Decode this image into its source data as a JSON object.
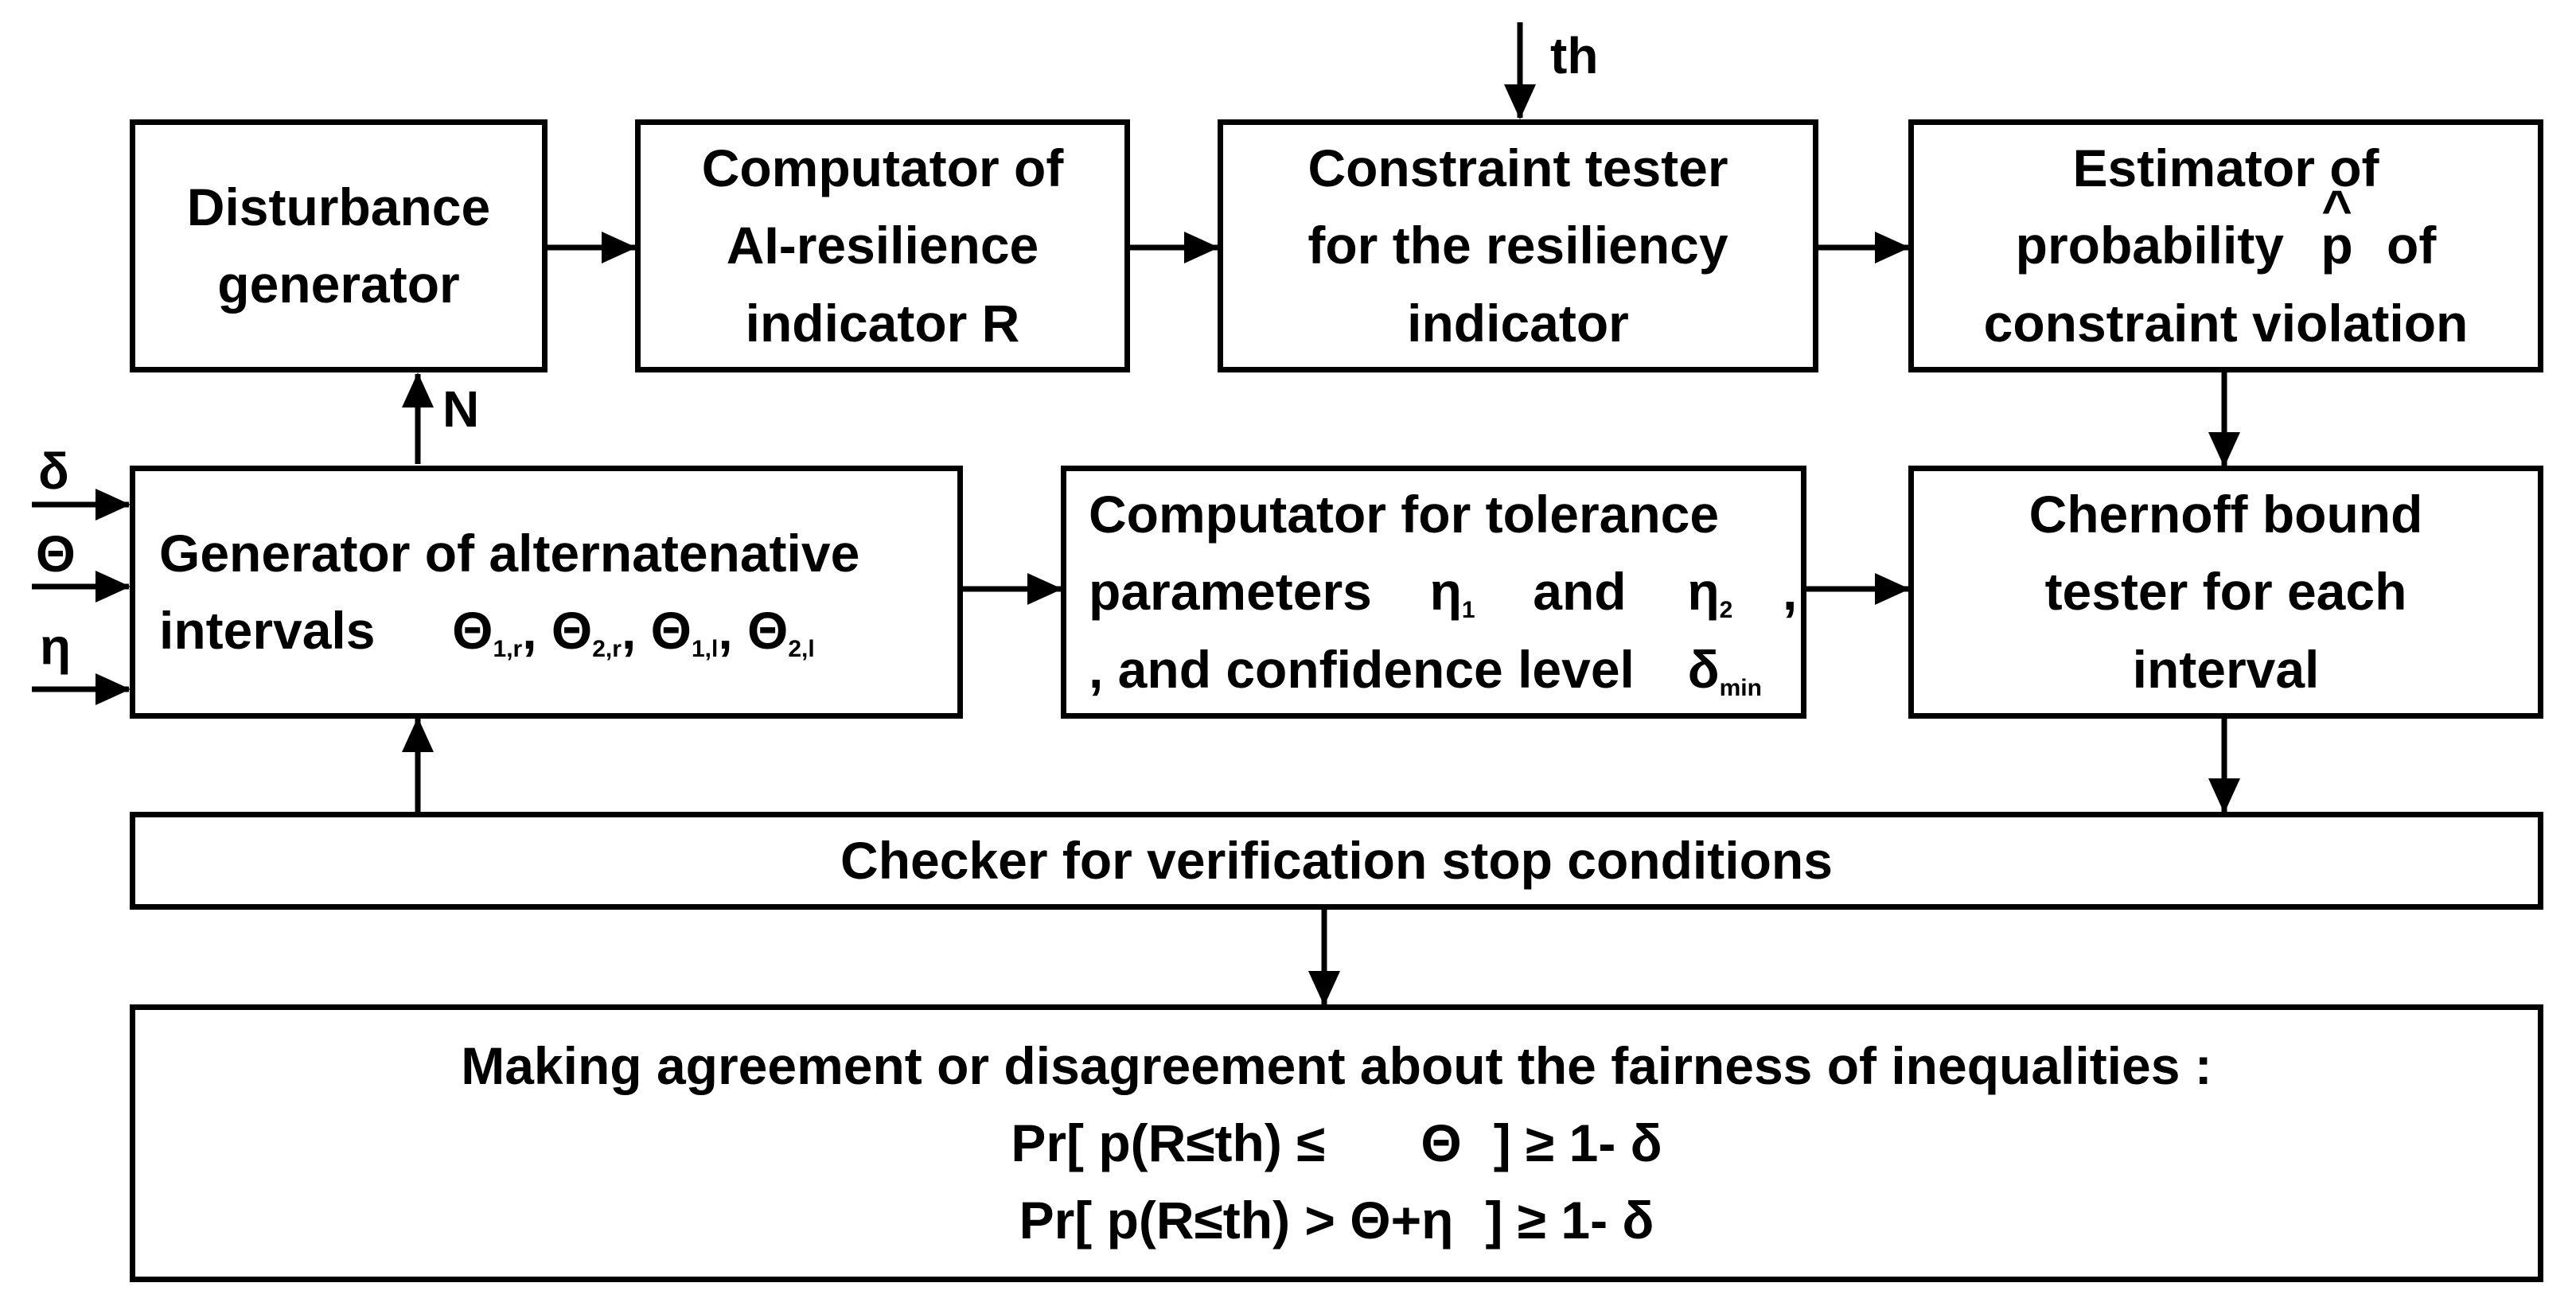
{
  "blocks": {
    "disturbance": {
      "line1": "Disturbance",
      "line2": "generator"
    },
    "computator_r": {
      "line1": "Computator of",
      "line2": "AI-resilience",
      "line3": "indicator R"
    },
    "constraint_tester": {
      "line1": "Constraint tester",
      "line2": "for the resiliency",
      "line3": "indicator"
    },
    "estimator": {
      "line1": "Estimator of",
      "line2a": "probability",
      "p_hat": "p",
      "hat": "^",
      "line2b": "of",
      "line3": "constraint violation"
    },
    "generator": {
      "line1": "Generator of alternatenative",
      "line2_label": "intervals",
      "theta": "Θ",
      "sub_1r": "1,r",
      "sub_2r": "2,r",
      "sub_1l": "1,l",
      "sub_2l": "2,l",
      "comma": ","
    },
    "tolerance": {
      "line1": "Computator for tolerance",
      "line2_label": "parameters",
      "eta": "η",
      "sub_1": "1",
      "sub_2": "2",
      "and": "and",
      "comma": ",",
      "line3_label": ", and confidence level",
      "delta": "δ",
      "sub_min": "min"
    },
    "chernoff": {
      "line1": "Chernoff bound",
      "line2": "tester for each",
      "line3": "interval"
    },
    "checker": {
      "line1": "Checker for verification stop conditions"
    },
    "agreement": {
      "line1": "Making agreement or disagreement about the fairness of inequalities :",
      "ineq1_a": "Pr[ p(R≤th) ≤",
      "ineq1_b": "Θ",
      "ineq1_c": "] ≥ 1- δ",
      "ineq2_a": "Pr[ p(R≤th) > Θ+η",
      "ineq2_c": "] ≥ 1- δ"
    }
  },
  "inputs": {
    "th": "th",
    "delta": "δ",
    "theta": "Θ",
    "eta": "η"
  },
  "signals": {
    "n": "N"
  }
}
